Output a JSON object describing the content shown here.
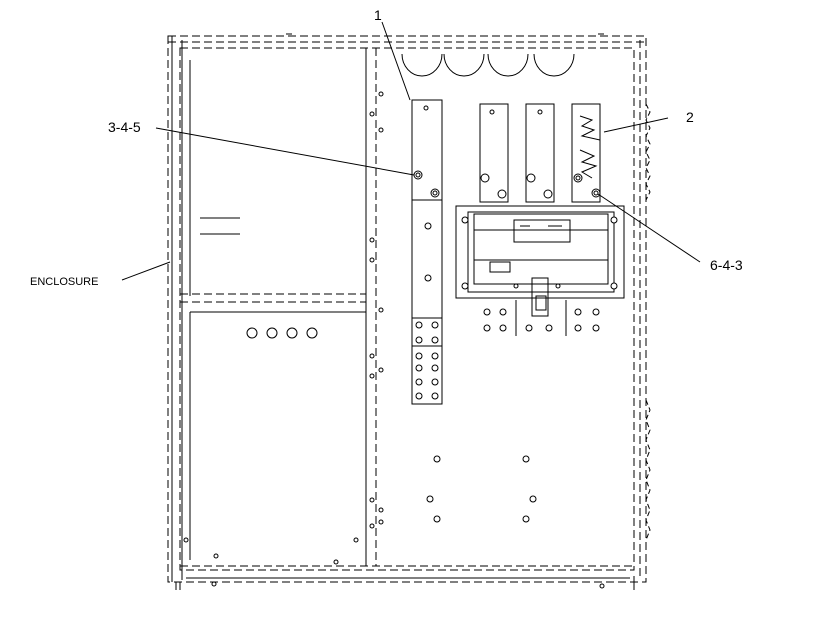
{
  "callouts": {
    "item_1": "1",
    "item_2": "2",
    "item_3_4_5": "3-4-5",
    "item_6_4_3": "6-4-3",
    "enclosure": "ENCLOSURE"
  },
  "colors": {
    "line": "#000000",
    "background": "#ffffff"
  }
}
